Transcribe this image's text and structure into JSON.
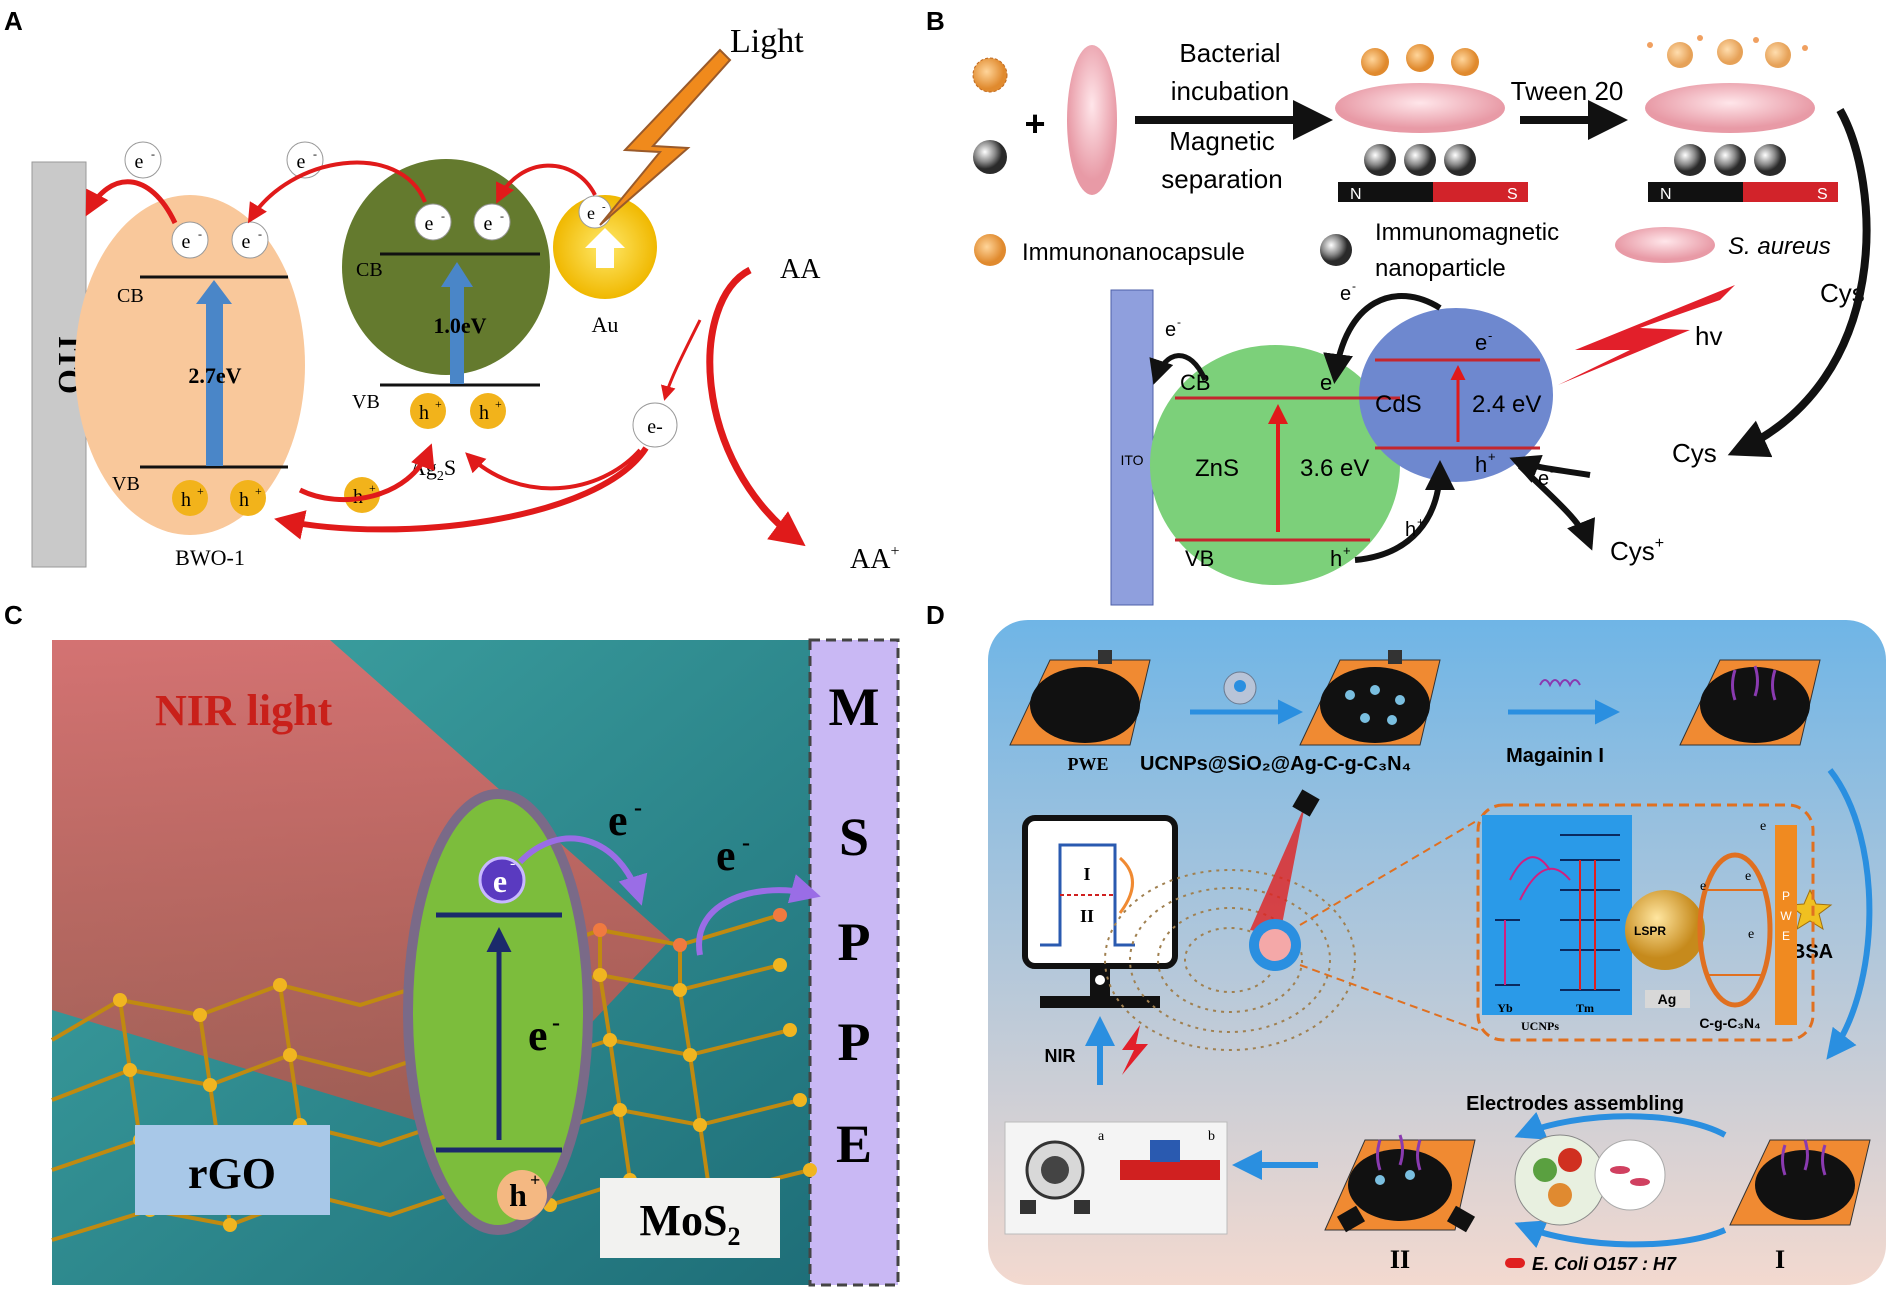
{
  "panels": {
    "a": "A",
    "b": "B",
    "c": "C",
    "d": "D"
  },
  "A": {
    "ito": "ITO",
    "light": "Light",
    "e": "e",
    "e_minus": "e-",
    "h": "h",
    "cb": "CB",
    "vb": "VB",
    "gap_bwo": "2.7eV",
    "gap_ag2s": "1.0eV",
    "au": "Au",
    "ag2s_prefix": "Ag",
    "ag2s_sub": "2",
    "ag2s_suffix": "S",
    "bwo": "BWO-1",
    "aa": "AA",
    "aa_plus": "AA",
    "plus": "+",
    "minus": "-"
  },
  "B": {
    "step1a": "Bacterial",
    "step1b": "incubation",
    "step2a": "Magnetic",
    "step2b": "separation",
    "tween": "Tween 20",
    "immunonano": "Immunonanocapsule",
    "immunomag_a": "Immunomagnetic",
    "immunomag_b": "nanoparticle",
    "saureus": "S. aureus",
    "cys": "Cys",
    "cys_plus": "Cys",
    "hv": "hv",
    "ito": "ITO",
    "zns": "ZnS",
    "cds": "CdS",
    "gap_zns": "3.6 eV",
    "gap_cds": "2.4 eV",
    "cb": "CB",
    "vb": "VB",
    "e": "e",
    "h": "h",
    "N": "N",
    "S": "S",
    "plus": "+",
    "minus": "-",
    "plus_sign": "+"
  },
  "C": {
    "nir": "NIR light",
    "rgo": "rGO",
    "mos2": "MoS",
    "mos2_sub": "2",
    "mspe": [
      "M",
      "S",
      "P",
      "P",
      "E"
    ],
    "e": "e",
    "h": "h",
    "plus": "+",
    "minus": "-"
  },
  "D": {
    "pwe": "PWE",
    "ucnps_formula": "UCNPs@SiO₂@Ag-C-g-C₃N₄",
    "magainin": "Magainin I",
    "bsa": "BSA",
    "nir": "NIR",
    "electrodes": "Electrodes assembling",
    "ecoli": "E. Coli O157 : H7",
    "roman1": "I",
    "roman2": "II",
    "lspr": "LSPR",
    "ag": "Ag",
    "cgcn": "C-g-C₃N₄",
    "yb": "Yb",
    "tm": "Tm",
    "ucnps": "UCNPs",
    "pwe_vert": [
      "P",
      "W",
      "E"
    ],
    "photo_a": "a",
    "photo_b": "b",
    "monitor_i": "I",
    "monitor_ii": "II",
    "e": "e"
  }
}
